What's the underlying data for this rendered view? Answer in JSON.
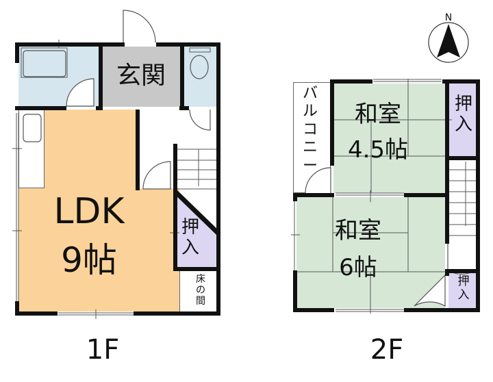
{
  "colors": {
    "wet_area": "#d5e6ef",
    "entrance": "#c8c8c8",
    "ldk": "#fbd39a",
    "closet": "#ddd6f3",
    "tatami": "#d6e7d6",
    "wall": "#111111"
  },
  "floor1": {
    "label": "1F",
    "rooms": {
      "entrance": "玄関",
      "ldk_name": "LDK",
      "ldk_size": "9帖",
      "closet": "押\n入",
      "tokonoma": "床\nの\n間"
    }
  },
  "floor2": {
    "label": "2F",
    "rooms": {
      "washitsu_a_name": "和室",
      "washitsu_a_size": "4.5帖",
      "washitsu_b_name": "和室",
      "washitsu_b_size": "6帖",
      "balcony": "バ\nル\nコ\nニ\nー",
      "closet_upper": "押\n入",
      "closet_lower": "押\n入"
    }
  },
  "compass": {
    "label": "N",
    "icon": "north-arrow-icon"
  }
}
